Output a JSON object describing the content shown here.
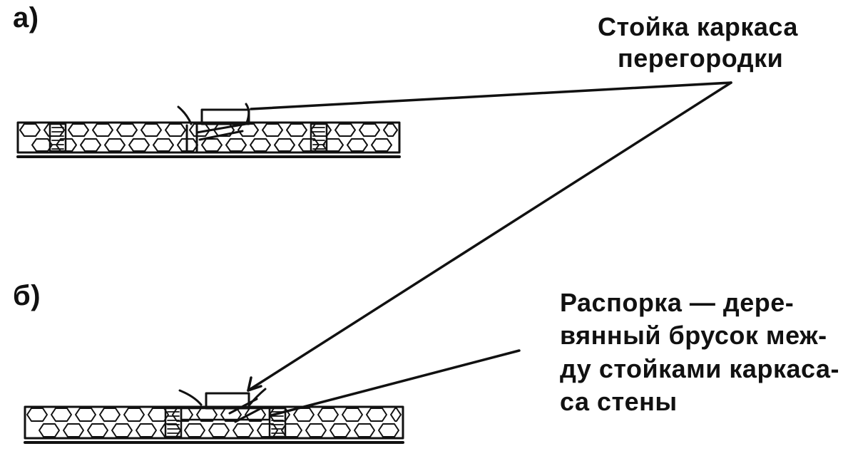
{
  "panels": {
    "a": {
      "letter": "а)"
    },
    "b": {
      "letter": "б)"
    }
  },
  "labels": {
    "stud": {
      "line1": "Стойка каркаса",
      "line2": "перегородки"
    },
    "spacer": {
      "line1": "Распорка — дере-",
      "line2": "вянный брусок меж-",
      "line3": "ду стойками каркаса-",
      "line4": "са стены"
    }
  },
  "colors": {
    "ink": "#111111",
    "paper": "#ffffff"
  }
}
